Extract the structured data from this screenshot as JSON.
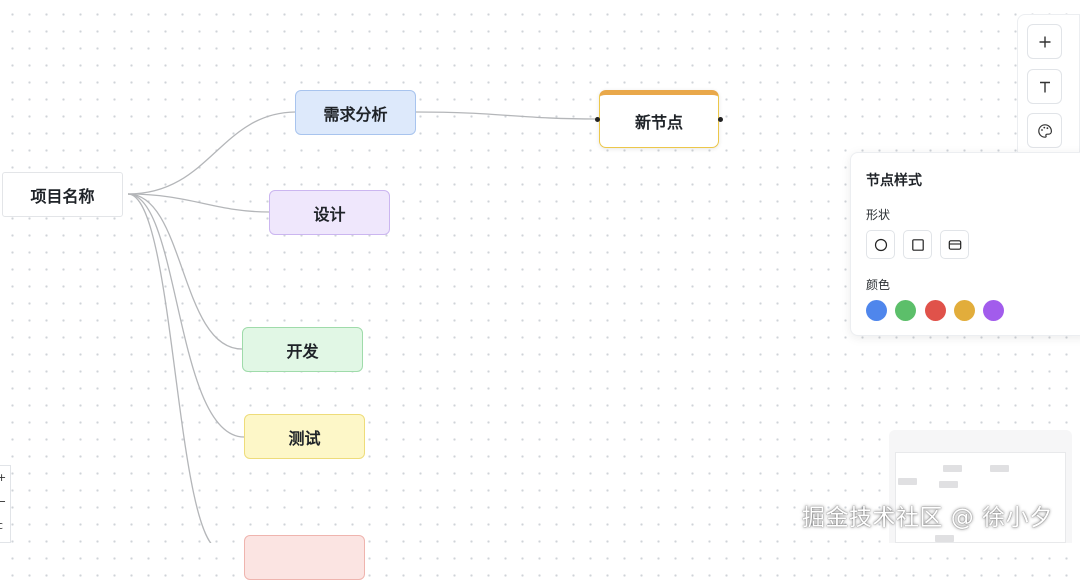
{
  "mindmap": {
    "root": "项目名称",
    "branches": [
      "需求分析",
      "设计",
      "开发",
      "测试",
      ""
    ],
    "new_node": "新节点"
  },
  "toolbar": {
    "add_icon": "plus-icon",
    "text_icon": "text-icon",
    "style_icon": "palette-icon"
  },
  "style_panel": {
    "title": "节点样式",
    "shape_label": "形状",
    "shapes": [
      "circle",
      "square",
      "rounded-rectangle"
    ],
    "color_label": "颜色",
    "colors": [
      "#4f86ec",
      "#5cbf6a",
      "#e0524a",
      "#e2ad3b",
      "#a25cec"
    ]
  },
  "zoom_controls": {
    "zoom_in": "+",
    "zoom_out": "−",
    "fit": "c"
  },
  "watermark": "掘金技术社区 @ 徐小夕"
}
